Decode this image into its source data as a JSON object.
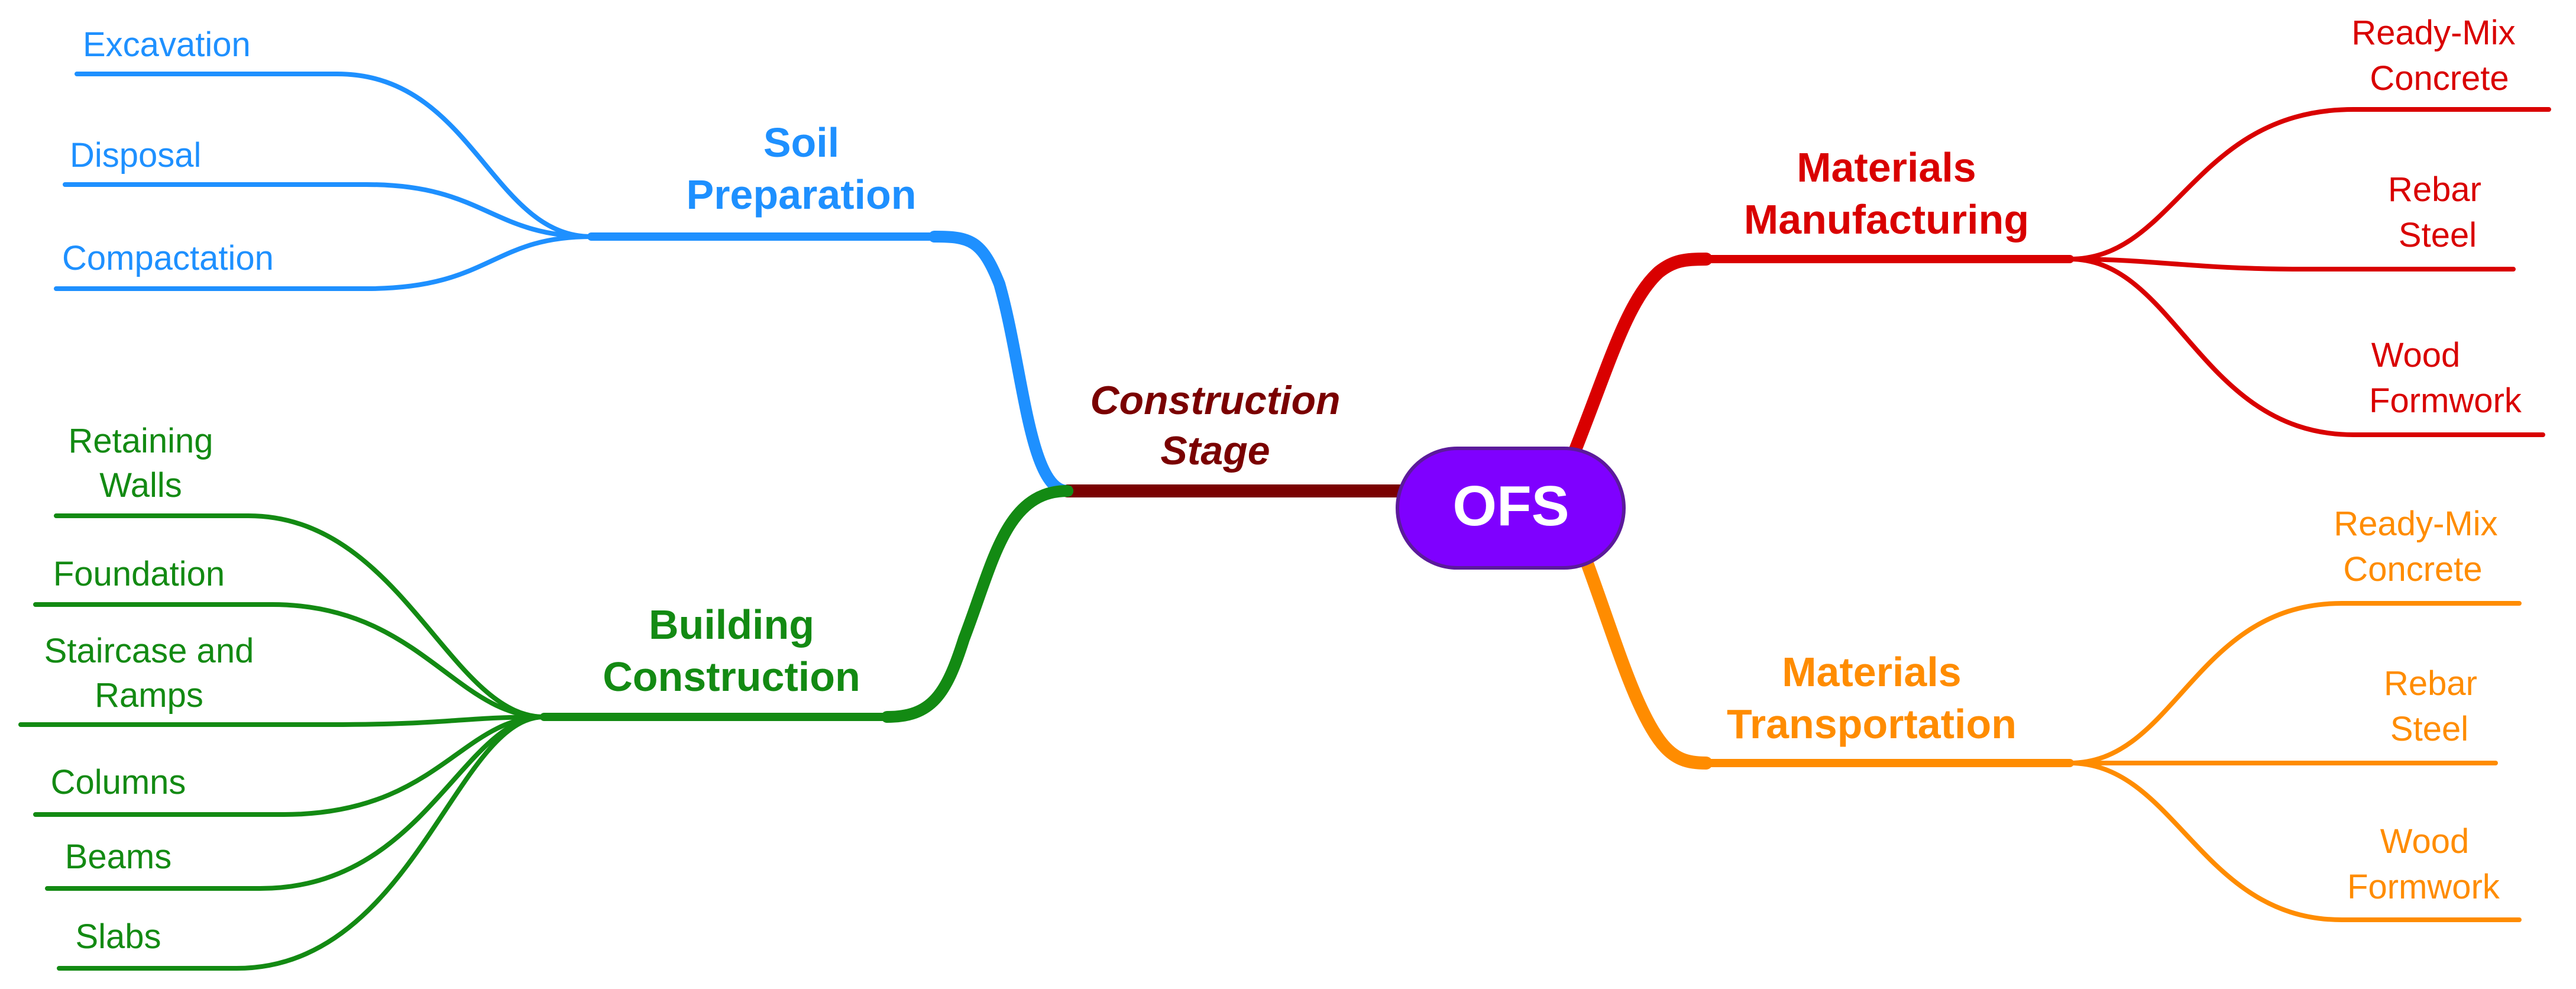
{
  "central": {
    "label": "OFS",
    "fill": "#7F00FF",
    "stroke": "#5B1A9B",
    "text_color": "#FFFFFF"
  },
  "connector": {
    "label_line1": "Construction",
    "label_line2": "Stage",
    "color": "#7A0000"
  },
  "branches": {
    "soil_preparation": {
      "color": "#1E90FF",
      "title_line1": "Soil",
      "title_line2": "Preparation",
      "leaves": [
        {
          "line1": "Excavation"
        },
        {
          "line1": "Disposal"
        },
        {
          "line1": "Compactation"
        }
      ]
    },
    "building_construction": {
      "color": "#138A13",
      "title_line1": "Building",
      "title_line2": "Construction",
      "leaves": [
        {
          "line1": "Retaining",
          "line2": "Walls"
        },
        {
          "line1": "Foundation"
        },
        {
          "line1": "Staircase and",
          "line2": "Ramps"
        },
        {
          "line1": "Columns"
        },
        {
          "line1": "Beams"
        },
        {
          "line1": "Slabs"
        }
      ]
    },
    "materials_manufacturing": {
      "color": "#D90000",
      "title_line1": "Materials",
      "title_line2": "Manufacturing",
      "leaves": [
        {
          "line1": "Ready-Mix",
          "line2": "Concrete"
        },
        {
          "line1": "Rebar",
          "line2": "Steel"
        },
        {
          "line1": "Wood",
          "line2": "Formwork"
        }
      ]
    },
    "materials_transportation": {
      "color": "#FF8C00",
      "title_line1": "Materials",
      "title_line2": "Transportation",
      "leaves": [
        {
          "line1": "Ready-Mix",
          "line2": "Concrete"
        },
        {
          "line1": "Rebar",
          "line2": "Steel"
        },
        {
          "line1": "Wood",
          "line2": "Formwork"
        }
      ]
    }
  }
}
